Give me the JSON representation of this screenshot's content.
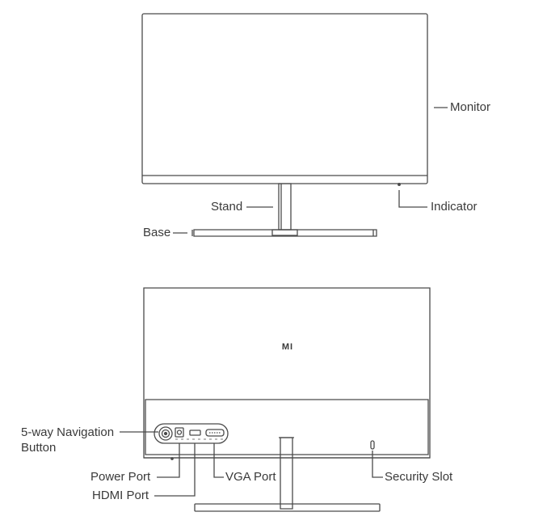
{
  "front_view": {
    "labels": {
      "monitor": "Monitor",
      "indicator": "Indicator",
      "stand": "Stand",
      "base": "Base"
    }
  },
  "back_view": {
    "logo_text": "MI",
    "labels": {
      "navigation_button_line1": "5-way Navigation",
      "navigation_button_line2": "Button",
      "power_port": "Power Port",
      "hdmi_port": "HDMI Port",
      "vga_port": "VGA Port",
      "security_slot": "Security Slot"
    }
  },
  "colors": {
    "stroke": "#4a4a4a",
    "text": "#3a3a3a"
  }
}
